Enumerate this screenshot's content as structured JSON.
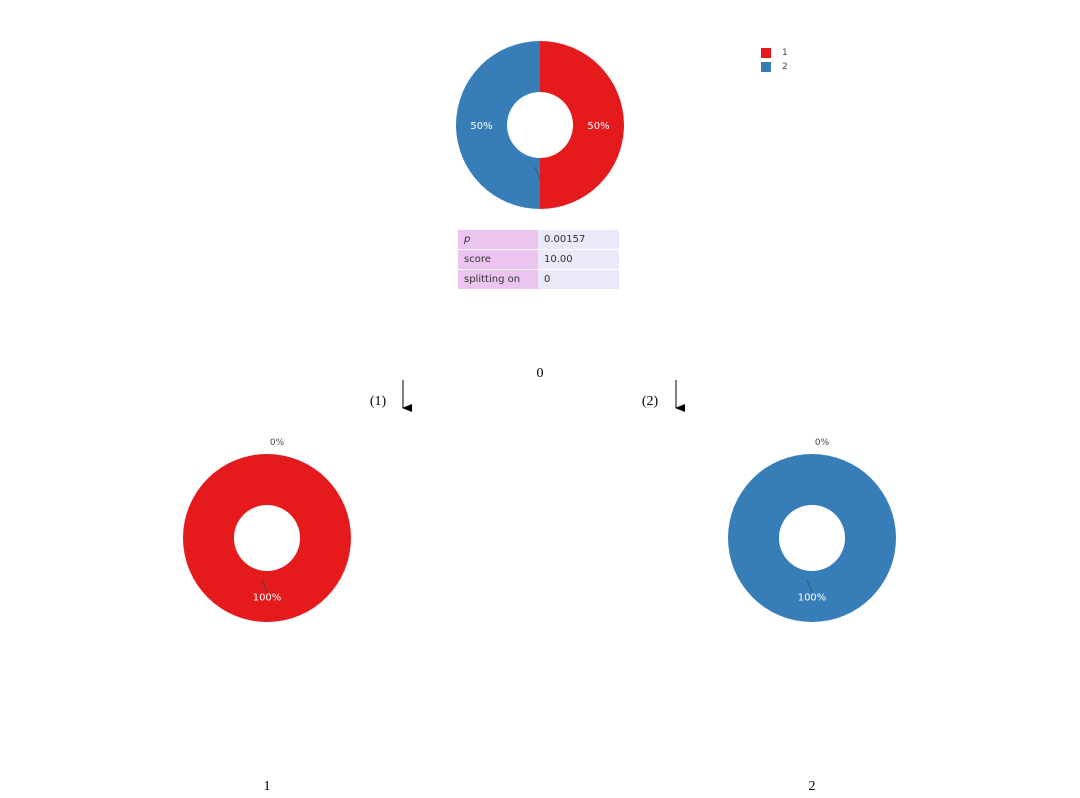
{
  "colors": {
    "class_1": "#e41a1c",
    "class_2": "#377eb8"
  },
  "legend": {
    "items": [
      {
        "label": "1",
        "color": "#e41a1c"
      },
      {
        "label": "2",
        "color": "#377eb8"
      }
    ]
  },
  "root_table": {
    "rows": [
      {
        "key": "p",
        "value": "0.00157"
      },
      {
        "key": "score",
        "value": "10.00"
      },
      {
        "key": "splitting on",
        "value": "0"
      }
    ]
  },
  "tree": {
    "nodes": [
      {
        "label": "0"
      },
      {
        "label": "1"
      },
      {
        "label": "2"
      }
    ],
    "edges": [
      {
        "label": "(1)"
      },
      {
        "label": "(2)"
      }
    ]
  },
  "chart_data": [
    {
      "type": "pie",
      "node": "0",
      "labels": [
        "1",
        "2"
      ],
      "values": [
        50,
        50
      ],
      "text": [
        "50%",
        "50%"
      ]
    },
    {
      "type": "pie",
      "node": "1",
      "labels": [
        "1",
        "2"
      ],
      "values": [
        100,
        0
      ],
      "text": [
        "100%",
        "0%"
      ]
    },
    {
      "type": "pie",
      "node": "2",
      "labels": [
        "1",
        "2"
      ],
      "values": [
        0,
        100
      ],
      "text": [
        "0%",
        "100%"
      ]
    }
  ]
}
